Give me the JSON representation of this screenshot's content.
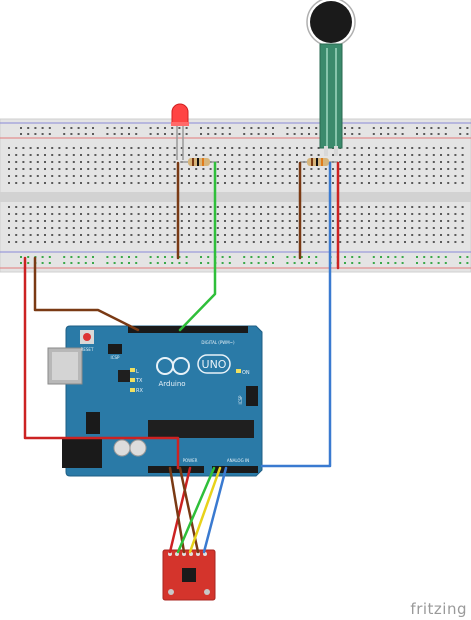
{
  "board": {
    "model": "UNO",
    "brand": "Arduino",
    "reset_label": "RESET",
    "icsp_label": "ICSP",
    "icsp2_label": "ICSP",
    "digital_label": "DIGITAL (PWM~)",
    "power_label": "POWER",
    "analog_label": "ANALOG IN",
    "led_on": "ON",
    "led_tx": "TX",
    "led_rx": "RX",
    "led_l": "L"
  },
  "watermark": "fritzing",
  "colors": {
    "board": "#2a7aa7",
    "breadboard": "#e3e3e3",
    "wire_brown": "#7a3a14",
    "wire_green": "#2fbf3a",
    "wire_red": "#cc2222",
    "wire_blue": "#3a7ad0",
    "wire_yellow": "#e8d21a",
    "sensor_pcb": "#d4342c",
    "led": "#ff3b3b"
  }
}
